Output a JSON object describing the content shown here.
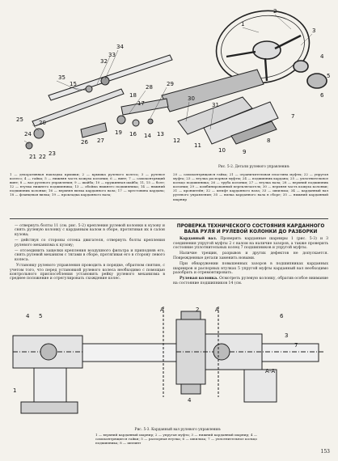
{
  "figure1": {
    "caption": "Рис. 5-2. Детали рулевого управления:",
    "callouts": [
      "34",
      "33",
      "18",
      "17",
      "32",
      "35",
      "15",
      "1",
      "2",
      "3",
      "4",
      "5",
      "6",
      "7",
      "8",
      "9",
      "10",
      "11",
      "12",
      "13",
      "14",
      "16",
      "19",
      "20",
      "21",
      "22",
      "23",
      "24",
      "25",
      "26",
      "27",
      "28",
      "29",
      "30",
      "31"
    ],
    "legend_left": "1 — декоративная накладка крышки; 2 — крышка рулевого колеса; 3 — рулевое колесо; 4 — гайка; 5 — нижняя часть кожуха колонки; 6 — винт; 7 — самоконтрящий винт; 8 — вал рулевого управления; 9 — шайба; 10 — пружинная шайба; 11, 15 — болт; 12 — втулка нижнего подшипника; 13 — обойма нижнего подшипника; 14 — нижний подшипник колонки; 16 — верхняя вилка карданного вала; 17 — крестовина кардана; 18 — фланцевая вилка; 19 — прокладка карданного вала;",
    "legend_right": "20 — самоконтрящаяся гайка; 21 — ограничительная пластина муфты; 22 — упругая муфта; 23 — втулка распорная муфты; 24 — подшипник кардана; 25 — уплотнительное кольцо подшипника; 26 — труба колонки; 27 — втулка вала; 28 — верхний подшипник колонки; 29 — комбинированный переключатель; 30 — верхняя часть кожуха колонки; 31 — кронштейн; 32 — штифт карданного вала; 33 — шпилька; 34 — карданный вал рулевого управления; 35 — вилка карданного вала в сборе; 35 — нижний карданный шарнир"
  },
  "left_column": {
    "p1": "— отвернуть болты 11 (см. рис. 5-2) крепления рулевой колонки к кузову и снять рулевую колонку с карданным валом в сборе, протягивая их в салон кузова;",
    "p2": "— действуя со стороны отсека двигателя, отвернуть болты крепления рулевого механизма к кузову;",
    "p3": "— отсоединить защелки крепления воздушного фильтра и приподняв его, снять рулевой механизм с тягами в сборе, протягивая его в сторону левого колеса.",
    "p4": "Установку рулевого управления проводить в порядке, обратном снятию, с учетом того, что перед установкой рулевого колеса необходимо с помощью контрольного приспособления установить рейку рулевого механизма в среднее положение и отрегулировать схождение колес."
  },
  "right_column": {
    "heading": "ПРОВЕРКА ТЕХНИЧЕСКОГО СОСТОЯНИЯ КАРДАННОГО ВАЛА РУЛЯ И РУЛЕВОЙ КОЛОНКИ ДО РАЗБОРКИ",
    "p1_title": "Карданный вал.",
    "p1": " Проверить карданные шарниры 1 (рис. 5-3) и 3 соединения упругой муфты 2 с валом на наличие зазоров, а также проверить состояние уплотнительных колец 7 подшипников и упругой муфты.",
    "p2": "Наличие трещин, разрывов и других дефектов не допускается. Поврежденные детали заменить новыми.",
    "p3": "При обнаружении повышенных зазоров в подшипниках карданных шарниров и распорных втулках 5 упругой муфты карданный вал необходимо разобрать и отремонтировать.",
    "p4_title": "Рулевая колонка.",
    "p4": " Осмотреть рулевую колонку, обратив особое внимание на состояние подшипников 14 (см."
  },
  "figure2": {
    "callouts": [
      "4",
      "5",
      "A",
      "2",
      "A",
      "6",
      "3",
      "7",
      "А-А",
      "1",
      "4"
    ],
    "caption": "Рис. 5-3. Карданный вал рулевого управления:",
    "legend": "1 — верхний карданный шарнир; 2 — упругая муфта; 3 — нижний карданный шарнир; 4 — самоконтрящиеся гайки; 5 — распорная втулка; 6 — шпилька; 7 — уплотнительное кольцо подшипника; 8 — шплинт"
  },
  "page_number": "153"
}
